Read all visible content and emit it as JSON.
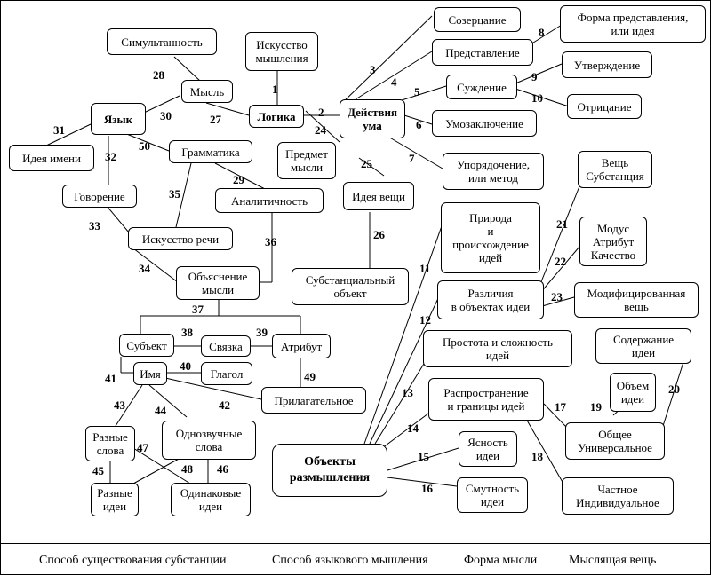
{
  "nodes": {
    "iskusstvo_myshleniya": "Искусство\nмышления",
    "logika": "Логика",
    "deystviya_uma": "Действия\nума",
    "sozertsanie": "Созерцание",
    "predstavlenie": "Представление",
    "forma_predstavleniya": "Форма представления,\nили идея",
    "suzhdenie": "Суждение",
    "utverzhdenie": "Утверждение",
    "otritsanie": "Отрицание",
    "umozaklyuchenie": "Умозаключение",
    "uporyadochenie": "Упорядочение,\nили метод",
    "veshch_substantsiya": "Вещь\nСубстанция",
    "modus": "Модус\nАтрибут\nКачество",
    "modifitsirovannaya": "Модифицированная\nвещь",
    "priroda": "Природа\nи\nпроисхождение\nидей",
    "razlichiya": "Различия\nв объектах идеи",
    "prostota": "Простота и сложность\nидей",
    "soderzhanie": "Содержание\nидеи",
    "obem": "Объем\nидеи",
    "rasprostranenie": "Распространение\nи границы идей",
    "obshchee": "Общее\nУниверсальное",
    "chastnoe": "Частное\nИндивидуальное",
    "yasnost": "Ясность\nидеи",
    "smutnost": "Смутность\nидеи",
    "obekty": "Объекты\nразмышления",
    "predmet_mysli": "Предмет\nмысли",
    "ideya_veshchi": "Идея вещи",
    "substantsialnyy": "Субстанциальный\nобъект",
    "simultannost": "Симультанность",
    "mysl": "Мысль",
    "yazyk": "Язык",
    "ideya_imeni": "Идея имени",
    "grammatika": "Грамматика",
    "analitichnost": "Аналитичность",
    "govorenie": "Говорение",
    "iskusstvo_rechi": "Искусство речи",
    "obyasnenie": "Объяснение\nмысли",
    "subekt": "Субъект",
    "svyazka": "Связка",
    "atribut": "Атрибут",
    "imya": "Имя",
    "glagol": "Глагол",
    "prilagatelnoe": "Прилагательное",
    "raznye_slova": "Разные\nслова",
    "odnozvuchnye": "Однозвучные\nслова",
    "raznye_idei": "Разные\nидеи",
    "odinakovye": "Одинаковые\nидеи"
  },
  "edge_numbers": [
    "1",
    "2",
    "3",
    "4",
    "5",
    "6",
    "7",
    "8",
    "9",
    "10",
    "11",
    "12",
    "13",
    "14",
    "15",
    "16",
    "17",
    "18",
    "19",
    "20",
    "21",
    "22",
    "23",
    "24",
    "25",
    "26",
    "27",
    "28",
    "29",
    "30",
    "31",
    "32",
    "33",
    "34",
    "35",
    "36",
    "37",
    "38",
    "39",
    "40",
    "41",
    "42",
    "43",
    "44",
    "45",
    "46",
    "47",
    "48",
    "49",
    "50"
  ],
  "footer": {
    "item1": "Способ существования субстанции",
    "item2": "Способ языкового мышления",
    "item3": "Форма мысли",
    "item4": "Мыслящая вещь"
  }
}
